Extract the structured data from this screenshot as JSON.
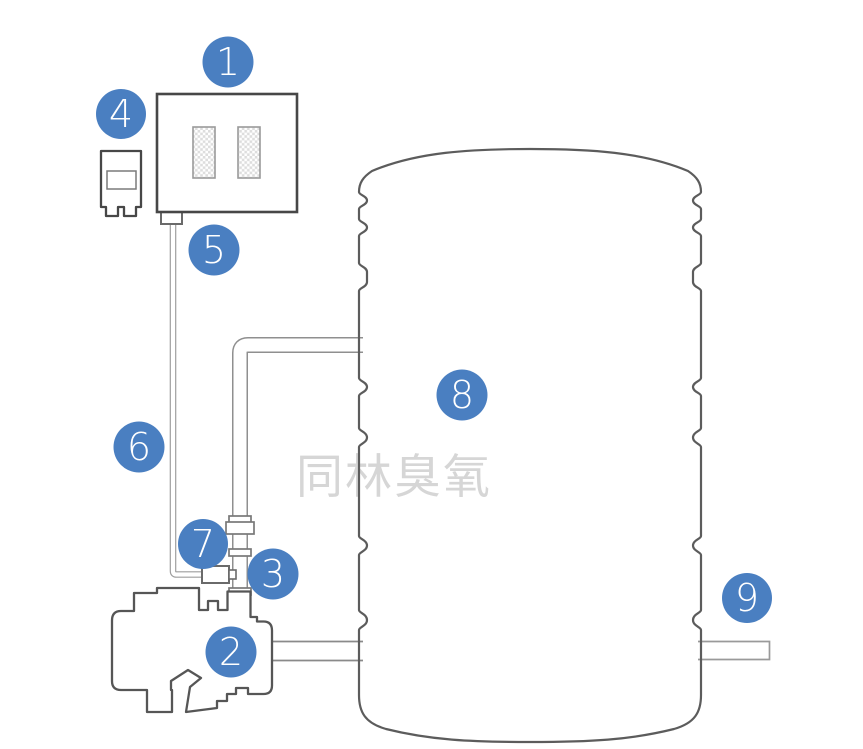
{
  "diagram": {
    "watermark": "同林臭氧",
    "colors": {
      "callout": "#4a7fc1",
      "callout_text": "#ffffff",
      "watermark": "#d6d6d6"
    },
    "callouts": [
      {
        "number": "1"
      },
      {
        "number": "2"
      },
      {
        "number": "3"
      },
      {
        "number": "4"
      },
      {
        "number": "5"
      },
      {
        "number": "6"
      },
      {
        "number": "7"
      },
      {
        "number": "8"
      },
      {
        "number": "9"
      }
    ]
  }
}
